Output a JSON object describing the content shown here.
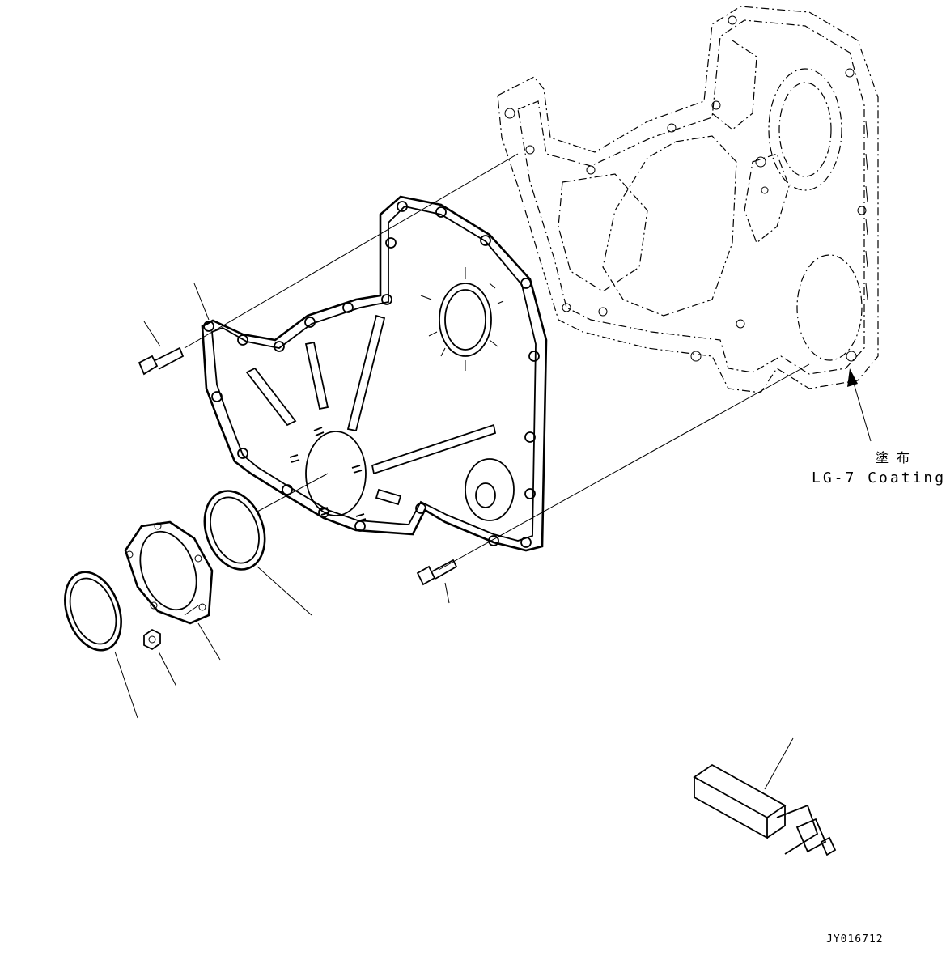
{
  "note": {
    "label_jp": "塗布",
    "label_en": "LG-7 Coating"
  },
  "drawing_code": "JY016712",
  "icons": [
    "timing-cover-gasket",
    "flywheel-housing-phantom",
    "bolt",
    "seal-ring",
    "retainer-plate",
    "nut",
    "alignment-tool"
  ]
}
